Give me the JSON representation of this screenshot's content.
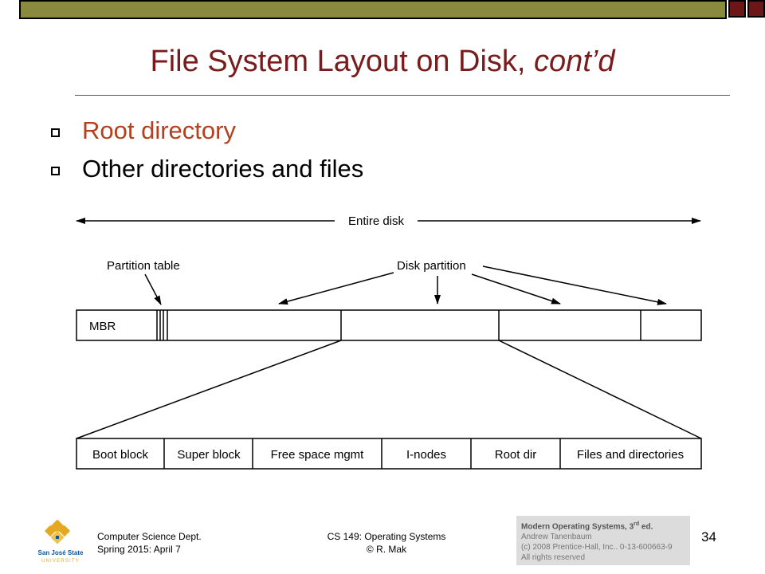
{
  "slide": {
    "title_main": "File System Layout on Disk, ",
    "title_italic": "cont’d",
    "bullets": [
      "Root directory",
      "Other directories and files"
    ],
    "page_number": "34"
  },
  "diagram": {
    "entire_disk_label": "Entire disk",
    "partition_table_label": "Partition table",
    "disk_partition_label": "Disk partition",
    "mbr_label": "MBR",
    "partition_blocks": [
      "Boot block",
      "Super block",
      "Free space mgmt",
      "I-nodes",
      "Root dir",
      "Files and directories"
    ]
  },
  "footer": {
    "dept_line1": "Computer Science Dept.",
    "dept_line2": "Spring 2015: April 7",
    "course_line1": "CS 149: Operating Systems",
    "course_line2": "© R. Mak",
    "credit_title": "Modern Operating Systems, 3",
    "credit_sup": "rd",
    "credit_title_end": " ed.",
    "credit_author": "Andrew Tanenbaum",
    "credit_copyright": "(c) 2008 Prentice-Hall, Inc.. 0-13-600663-9",
    "credit_rights": "All rights reserved",
    "logo_line1": "San José State",
    "logo_line2": "UNIVERSITY"
  },
  "colors": {
    "title": "#7a1c1c",
    "highlight_bullet": "#b5401d",
    "top_bar": "#8a8a3f",
    "accent_square": "#6b1717",
    "logo_gold": "#e5a823",
    "logo_blue": "#0b5a9b"
  }
}
